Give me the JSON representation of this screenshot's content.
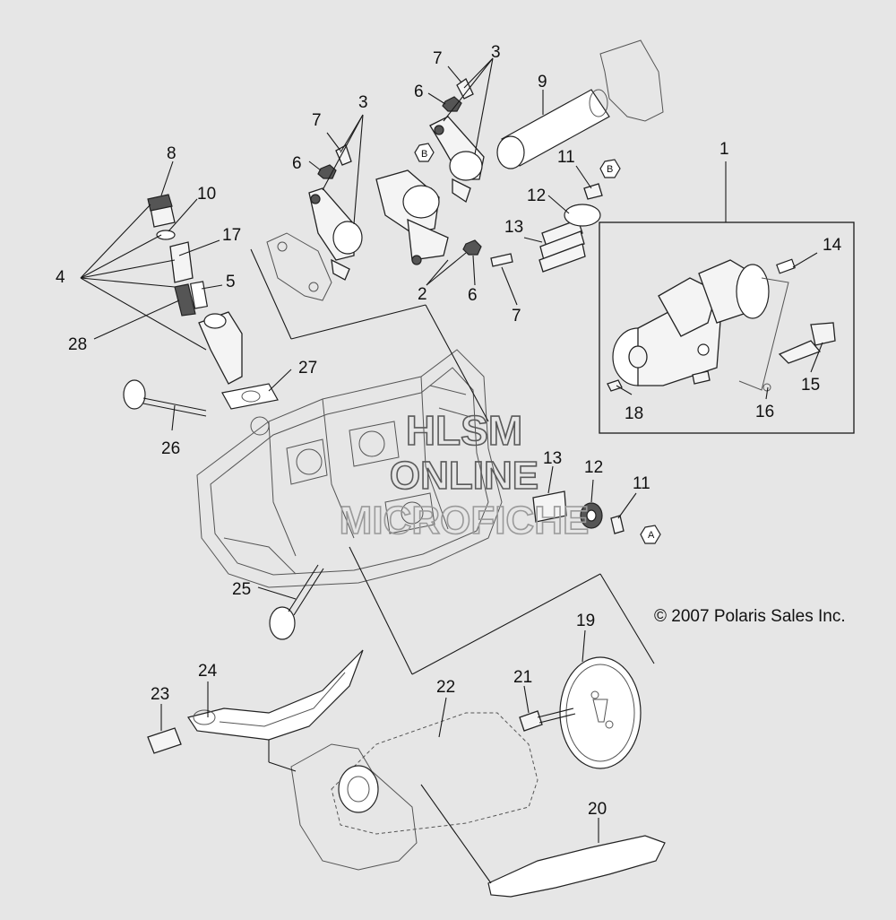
{
  "watermark": {
    "line1": "HLSM",
    "line2": "ONLINE",
    "line3": "MICROFICHE"
  },
  "copyright": "© 2007 Polaris Sales Inc.",
  "markers": {
    "b1": "B",
    "b2": "B",
    "a": "A"
  },
  "callouts": {
    "c1": "1",
    "c2": "2",
    "c3a": "3",
    "c3b": "3",
    "c4": "4",
    "c5": "5",
    "c6a": "6",
    "c6b": "6",
    "c6c": "6",
    "c7a": "7",
    "c7b": "7",
    "c7c": "7",
    "c8": "8",
    "c9": "9",
    "c10": "10",
    "c11a": "11",
    "c11b": "11",
    "c12a": "12",
    "c12b": "12",
    "c13a": "13",
    "c13b": "13",
    "c14": "14",
    "c15": "15",
    "c16": "16",
    "c17": "17",
    "c18": "18",
    "c19": "19",
    "c20": "20",
    "c21": "21",
    "c22": "22",
    "c23": "23",
    "c24": "24",
    "c25": "25",
    "c26": "26",
    "c27": "27",
    "c28": "28"
  }
}
